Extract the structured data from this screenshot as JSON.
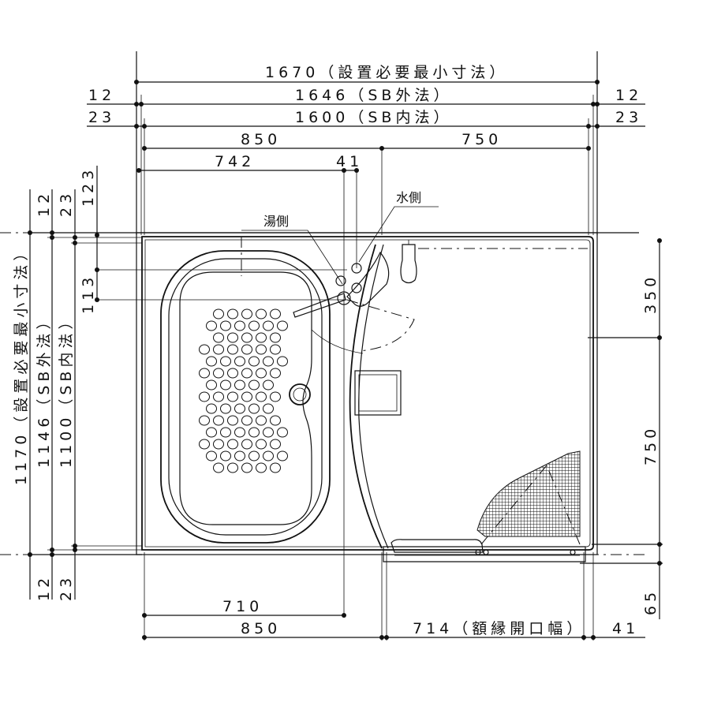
{
  "dimensions": {
    "top": {
      "min_install": "1670（設置必要最小寸法）",
      "sb_outer": "1646（SB外法）",
      "sb_inner": "1600（SB内法）",
      "left_12": "12",
      "right_12": "12",
      "left_23": "23",
      "right_23": "23",
      "tub_850": "850",
      "shower_750": "750",
      "tub_742": "742",
      "gap_41": "41"
    },
    "left": {
      "v12_top": "12",
      "v23_top": "23",
      "v123": "123",
      "v113": "113",
      "min_install": "1170（設置必要最小寸法）",
      "sb_outer": "1146（SB外法）",
      "sb_inner": "1100（SB内法）",
      "v12_bottom": "12",
      "v23_bottom": "23"
    },
    "right": {
      "v350": "350",
      "v750": "750",
      "v65": "65"
    },
    "bottom": {
      "b710": "710",
      "b850": "850",
      "door_opening": "714（額縁開口幅）",
      "b41": "41"
    }
  },
  "labels": {
    "hot_side": "湯側",
    "water_side": "水側"
  }
}
